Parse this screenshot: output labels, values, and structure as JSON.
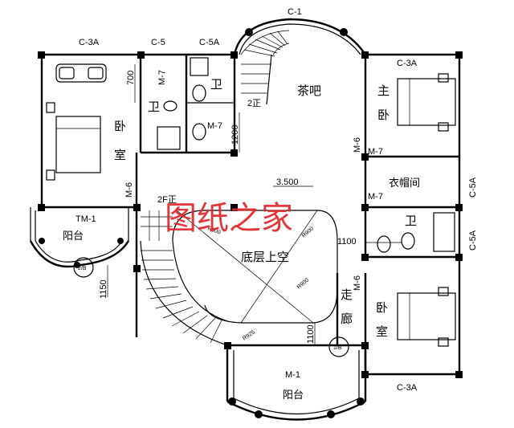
{
  "rooms": {
    "bedroom_left_1": "卧",
    "bedroom_left_2": "室",
    "bath_left": "卫",
    "bath_left_2": "卫",
    "tea_bar": "茶吧",
    "master_1": "主",
    "master_2": "卧",
    "cloakroom": "衣帽间",
    "bath_right": "卫",
    "void": "底层上空",
    "corridor_1": "走",
    "corridor_2": "廊",
    "bedroom_right_1": "卧",
    "bedroom_right_2": "室",
    "balcony_left": "阳台",
    "balcony_bottom": "阳台"
  },
  "codes": {
    "c1": "C-1",
    "c3a_top_left": "C-3A",
    "c5": "C-5",
    "c5a_top": "C-5A",
    "c3a_top_right": "C-3A",
    "m7_a": "M-7",
    "m7_b": "M-7",
    "m7_c": "M-7",
    "m7_d": "M-7",
    "m6_left": "M-6",
    "m6_mid": "M-6",
    "m6_right": "M-6",
    "c5a_right_1": "C-5A",
    "c5a_right_2": "C-5A",
    "tm1": "TM-1",
    "m1": "M-1",
    "c3a_bottom": "C-3A"
  },
  "dimensions": {
    "d700": "700",
    "d1200": "1200",
    "d1100_right": "1100",
    "d1150": "1150",
    "d1100_bottom": "1100",
    "level": "3.500",
    "r900_a": "R900",
    "r900_b": "R900",
    "r900_c": "R900",
    "r925": "R925"
  },
  "stairs": {
    "up_top": "2正",
    "up_left": "2F正"
  },
  "axes": {
    "axis_2b": "2/B",
    "axis_1b": "1/B"
  },
  "watermark": "图纸之家"
}
